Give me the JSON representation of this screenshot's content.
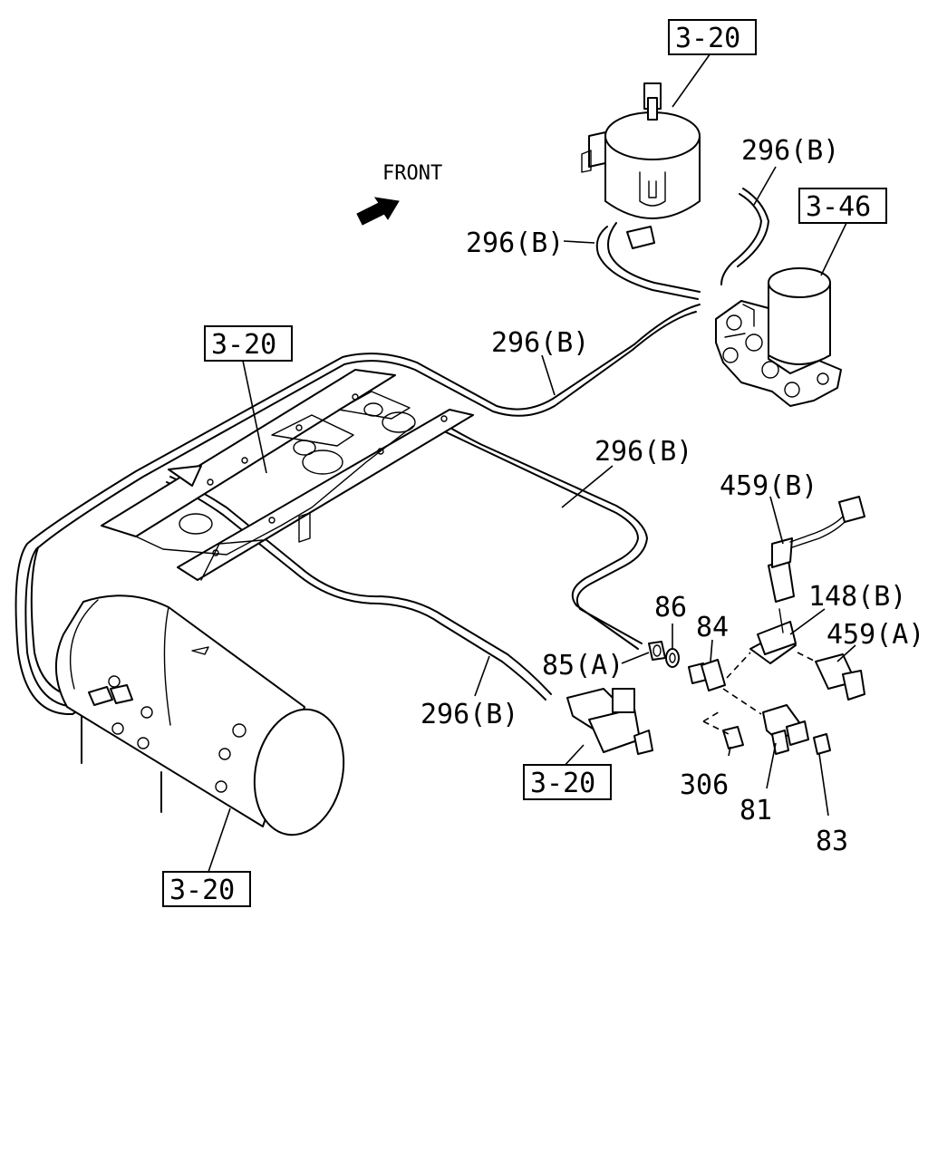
{
  "front_label": "FRONT",
  "refs": {
    "ref_top": "3-20",
    "ref_dryer": "3-46",
    "ref_frame": "3-20",
    "ref_valve": "3-20",
    "ref_tank": "3-20"
  },
  "parts": {
    "p296_top_left": "296(B)",
    "p296_top_right": "296(B)",
    "p296_mid": "296(B)",
    "p296_right": "296(B)",
    "p296_bottom": "296(B)",
    "p459b": "459(B)",
    "p148b": "148(B)",
    "p459a": "459(A)",
    "p86": "86",
    "p84": "84",
    "p85a": "85(A)",
    "p306": "306",
    "p81": "81",
    "p83": "83"
  }
}
